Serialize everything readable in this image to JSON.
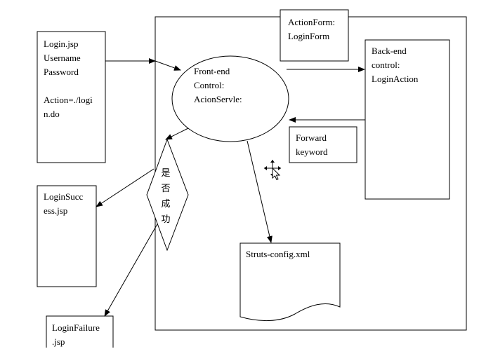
{
  "colors": {
    "background": "#ffffff",
    "line": "#000000",
    "text": "#000000"
  },
  "nodes": {
    "login_jsp": {
      "line1": "Login.jsp",
      "line2": "Username",
      "line3": "Password",
      "line4": "Action=./logi",
      "line5": "n.do"
    },
    "action_form": {
      "line1": "ActionForm:",
      "line2": "LoginForm"
    },
    "front_end": {
      "line1": "Front-end",
      "line2": "Control:",
      "line3": "AcionServle:"
    },
    "back_end": {
      "line1": "Back-end",
      "line2": "control:",
      "line3": "LoginAction"
    },
    "forward": {
      "line1": "Forward",
      "line2": "keyword"
    },
    "decision": {
      "char1": "是",
      "char2": "否",
      "char3": "成",
      "char4": "功"
    },
    "login_success": {
      "line1": "LoginSucc",
      "line2": "ess.jsp"
    },
    "struts_config": {
      "line1": "Struts-config.xml"
    },
    "login_failure": {
      "line1": "LoginFailure",
      "line2": ".jsp"
    }
  },
  "cursor_icon": "move-cursor-icon"
}
